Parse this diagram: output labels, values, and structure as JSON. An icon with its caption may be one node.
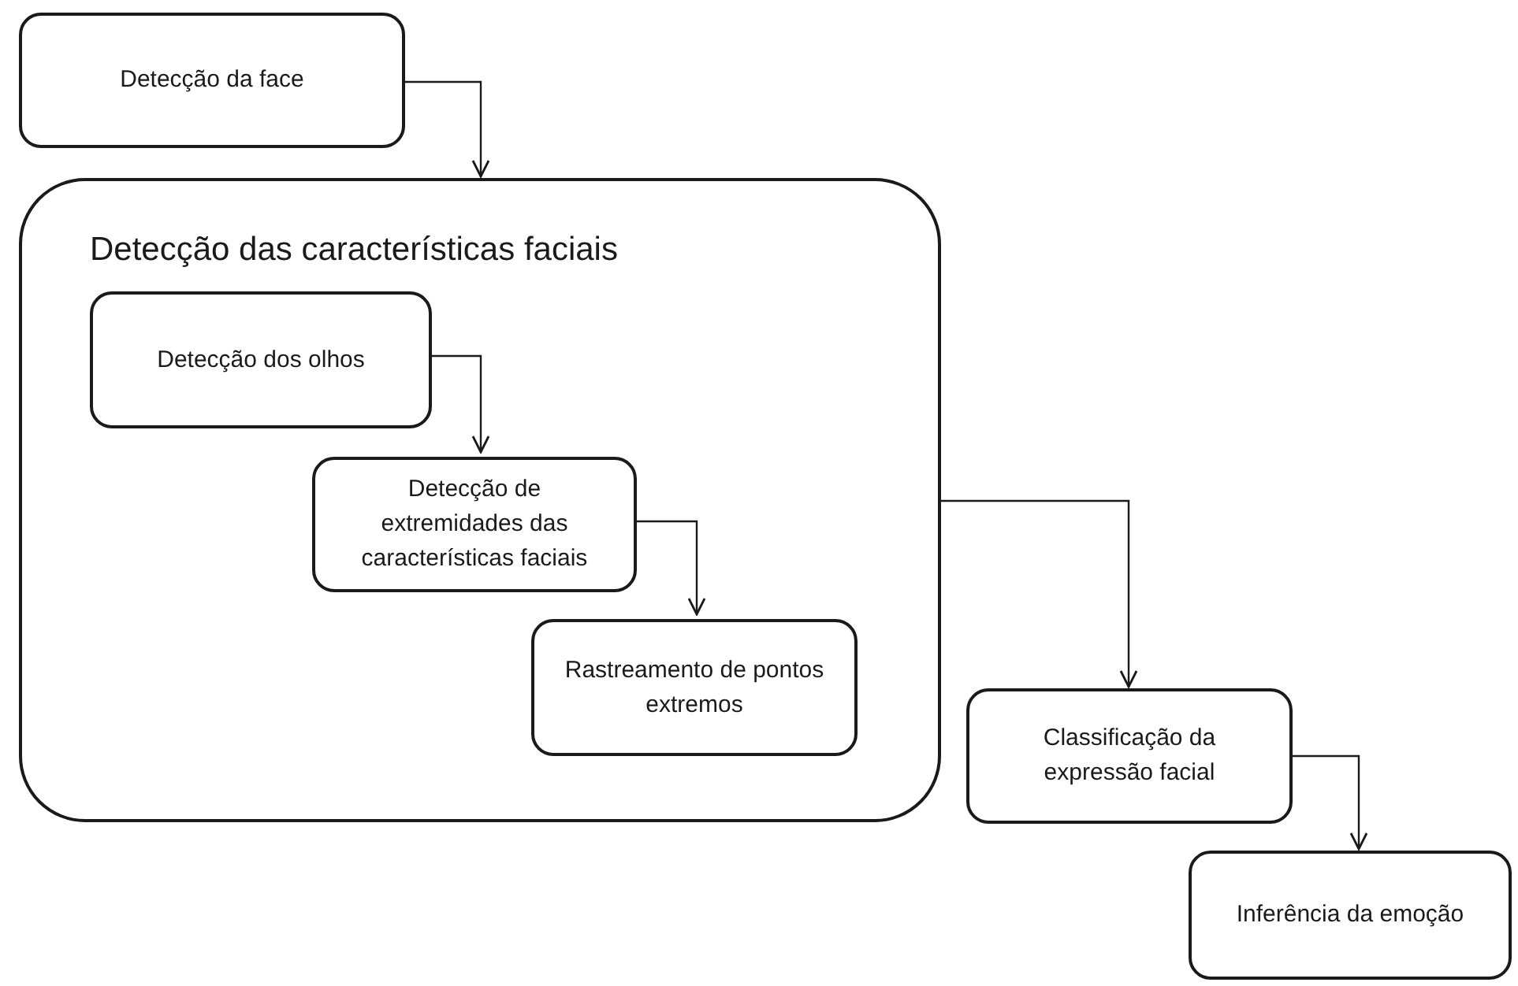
{
  "diagram": {
    "nodes": [
      {
        "text": [
          "Detecção da face"
        ]
      },
      {
        "text": [
          "Detecção das características faciais"
        ]
      },
      {
        "text": [
          "Detecção dos olhos"
        ],
        "in": 1
      },
      {
        "text": [
          "Detecção de extremidades das características faciais"
        ],
        "in": 1
      },
      {
        "text": [
          "Rastreamento de pontos extremos"
        ],
        "in": 1
      },
      {
        "text": [
          "Classificação da expressão facial"
        ]
      },
      {
        "text": [
          "Inferência da emoção"
        ]
      }
    ],
    "edges": [
      {
        "from": 0,
        "to": 1,
        "arrow": "to"
      },
      {
        "from": 2,
        "to": 3,
        "arrow": "to"
      },
      {
        "from": 3,
        "to": 4,
        "arrow": "to"
      },
      {
        "from": 1,
        "to": 5,
        "arrow": "to"
      },
      {
        "from": 5,
        "to": 6,
        "arrow": "to"
      }
    ]
  }
}
